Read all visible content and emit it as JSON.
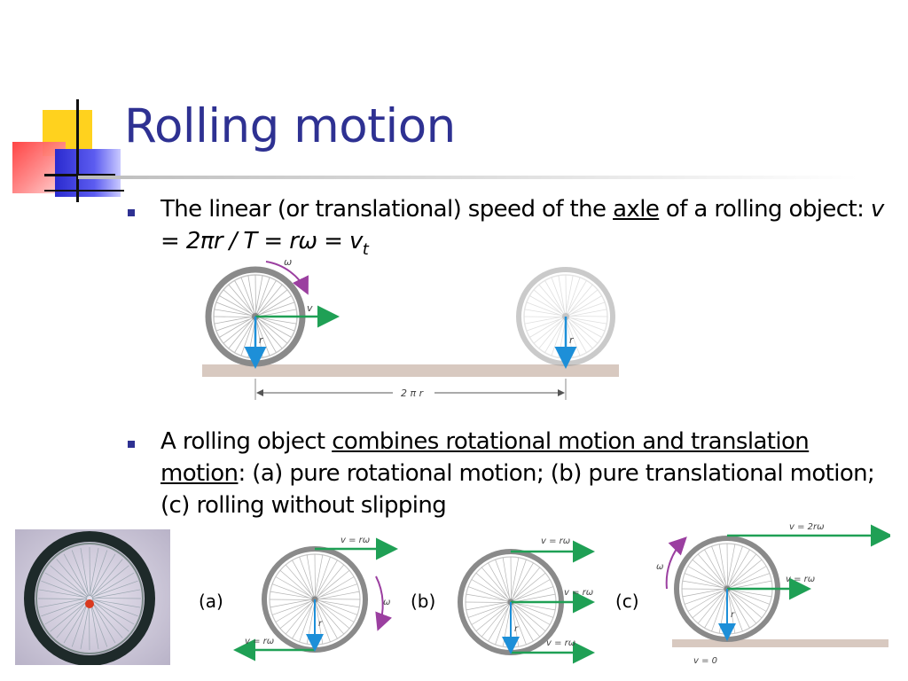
{
  "slide": {
    "title": "Rolling motion",
    "bullets": [
      {
        "pre": "The linear (or translational) speed of the ",
        "link": "axle",
        "mid": " of a rolling object: ",
        "equation": "v = 2πr / T = rω = v",
        "subscript": "t"
      },
      {
        "pre": "A rolling object ",
        "link": "combines rotational motion and translation motion",
        "post": ": (a) pure rotational motion; (b) pure translational motion; (c) rolling without slipping"
      }
    ]
  },
  "figure_top": {
    "omega": "ω",
    "v": "v",
    "r": "r",
    "distance": "2 π r"
  },
  "figure_bottom": {
    "label_a": "(a)",
    "label_b": "(b)",
    "label_c": "(c)",
    "v_rw": "v = rω",
    "v_2rw": "v = 2rω",
    "v_0": "v = 0",
    "omega": "ω",
    "r": "r"
  },
  "colors": {
    "title": "#2e3192",
    "arrow_green": "#1fa055",
    "arrow_blue": "#1d8fd8",
    "arrow_purple": "#9b3fa0",
    "ground": "#d8c9c0"
  }
}
